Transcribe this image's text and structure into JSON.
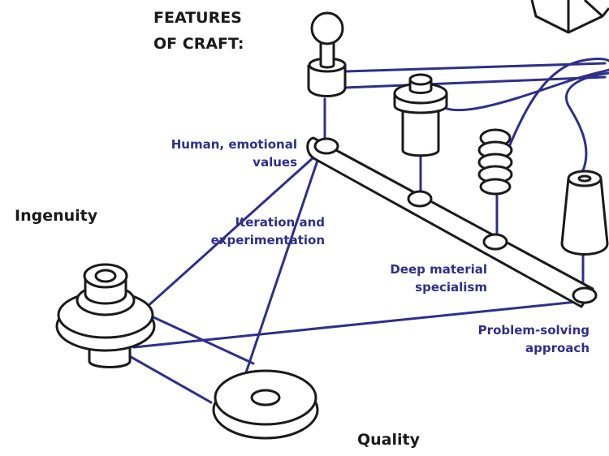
{
  "heading": {
    "line1": "FEATURES",
    "line2": "OF CRAFT:"
  },
  "labels": {
    "ingenuity": "Ingenuity",
    "quality": "Quality",
    "human_line1": "Human, emotional",
    "human_line2": "values",
    "iteration_line1": "Iteration and",
    "iteration_line2": "experimentation",
    "deep_line1": "Deep material",
    "deep_line2": "specialism",
    "problem_line1": "Problem-solving",
    "problem_line2": "approach"
  },
  "colors": {
    "ink": "#1a1a1a",
    "thread": "#2f2f8a",
    "paper": "#ffffff"
  }
}
